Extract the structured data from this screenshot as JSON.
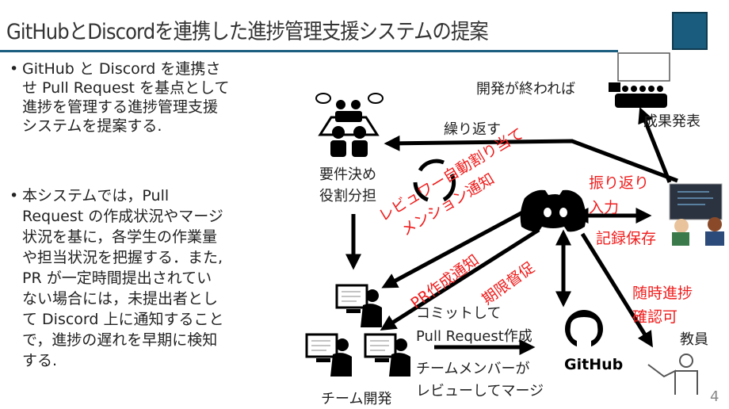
{
  "title": "GitHubとDiscordを連携した進捗管理支援システムの提案",
  "bullets": [
    {
      "lines": [
        "GitHub と Discord を連携さ",
        "せ Pull Request を基点として",
        "進捗を管理する進捗管理支援",
        "システムを提案する."
      ]
    },
    {
      "lines": [
        "本システムでは，Pull",
        "Request の作成状況やマージ",
        "状況を基に，各学生の作業量",
        "や担当状況を把握する．また,",
        "PR が一定時間提出されてい",
        "ない場合には，未提出者とし",
        "て Discord 上に通知すること",
        "で，進捗の遅れを早期に検知",
        "する."
      ]
    }
  ],
  "diagram": {
    "dev_done": "開発が終われば",
    "presentation": "成果発表",
    "repeat": "繰り返す",
    "requirements": [
      "要件決め",
      "役割分担"
    ],
    "reviewer_assign": [
      "レビュワー自動割り当て",
      "メンション通知"
    ],
    "pr_notify": "PR作成通知",
    "deadline": "期限督促",
    "reflection": [
      "振り返り",
      "入力"
    ],
    "record": "記録保存",
    "progress_check": [
      "随時進捗",
      "確認可"
    ],
    "teacher": "教員",
    "commit": [
      "コミットして",
      "Pull Request作成"
    ],
    "review": [
      "チームメンバーが",
      "レビューしてマージ"
    ],
    "team_dev": "チーム開発",
    "github_logo_text": "GitHub"
  },
  "page_number": "4",
  "colors": {
    "accent": "#1b5e80",
    "red": "#f01c1c"
  }
}
